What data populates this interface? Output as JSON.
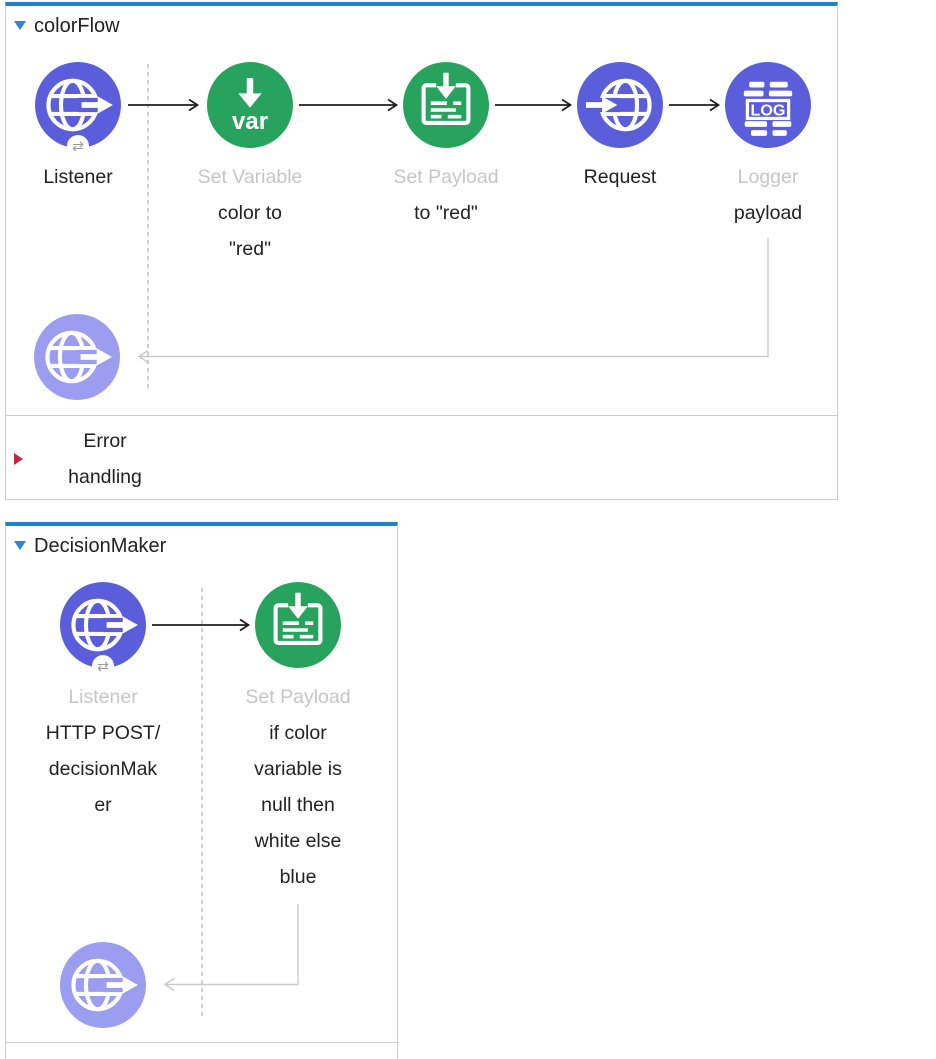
{
  "colors": {
    "node-purple": "#5a5edb",
    "node-purple-faded": "#9b9ef0",
    "node-green": "#27a35e",
    "flow-topbar-blue": "#1f82cf",
    "collapse-triangle-blue": "#2d86d8",
    "error-triangle-red": "#c02744",
    "flow-border": "#cbcbcb",
    "name-gray": "#c6c6c6",
    "text-dark": "#222222",
    "arrow-black": "#1d1d1d",
    "connector-gray": "#c9c9c9",
    "dashed-gray": "#b0b0b0",
    "canvas-bg": "#ffffff"
  },
  "icons": {
    "var_label": "var",
    "log_label": "LOG",
    "response_badge_glyph": "⇄"
  },
  "flows": [
    {
      "title": "colorFlow",
      "error_handling_label": "Error handling",
      "nodes": [
        {
          "icon": "http-listener-icon",
          "name": "Listener",
          "name_style": "dark",
          "caption": ""
        },
        {
          "icon": "set-variable-icon",
          "name": "Set Variable",
          "name_style": "gray",
          "caption": "color to\n\"red\""
        },
        {
          "icon": "set-payload-icon",
          "name": "Set Payload",
          "name_style": "gray",
          "caption": "to \"red\""
        },
        {
          "icon": "http-request-icon",
          "name": "Request",
          "name_style": "dark",
          "caption": ""
        },
        {
          "icon": "logger-icon",
          "name": "Logger",
          "name_style": "gray",
          "caption": "payload"
        }
      ]
    },
    {
      "title": "DecisionMaker",
      "error_handling_label": "",
      "nodes": [
        {
          "icon": "http-listener-icon",
          "name": "Listener",
          "name_style": "gray",
          "caption": "HTTP POST/\ndecisionMak\ner"
        },
        {
          "icon": "set-payload-icon",
          "name": "Set Payload",
          "name_style": "gray",
          "caption": "if color\nvariable is\nnull then\nwhite else\nblue"
        }
      ]
    }
  ]
}
